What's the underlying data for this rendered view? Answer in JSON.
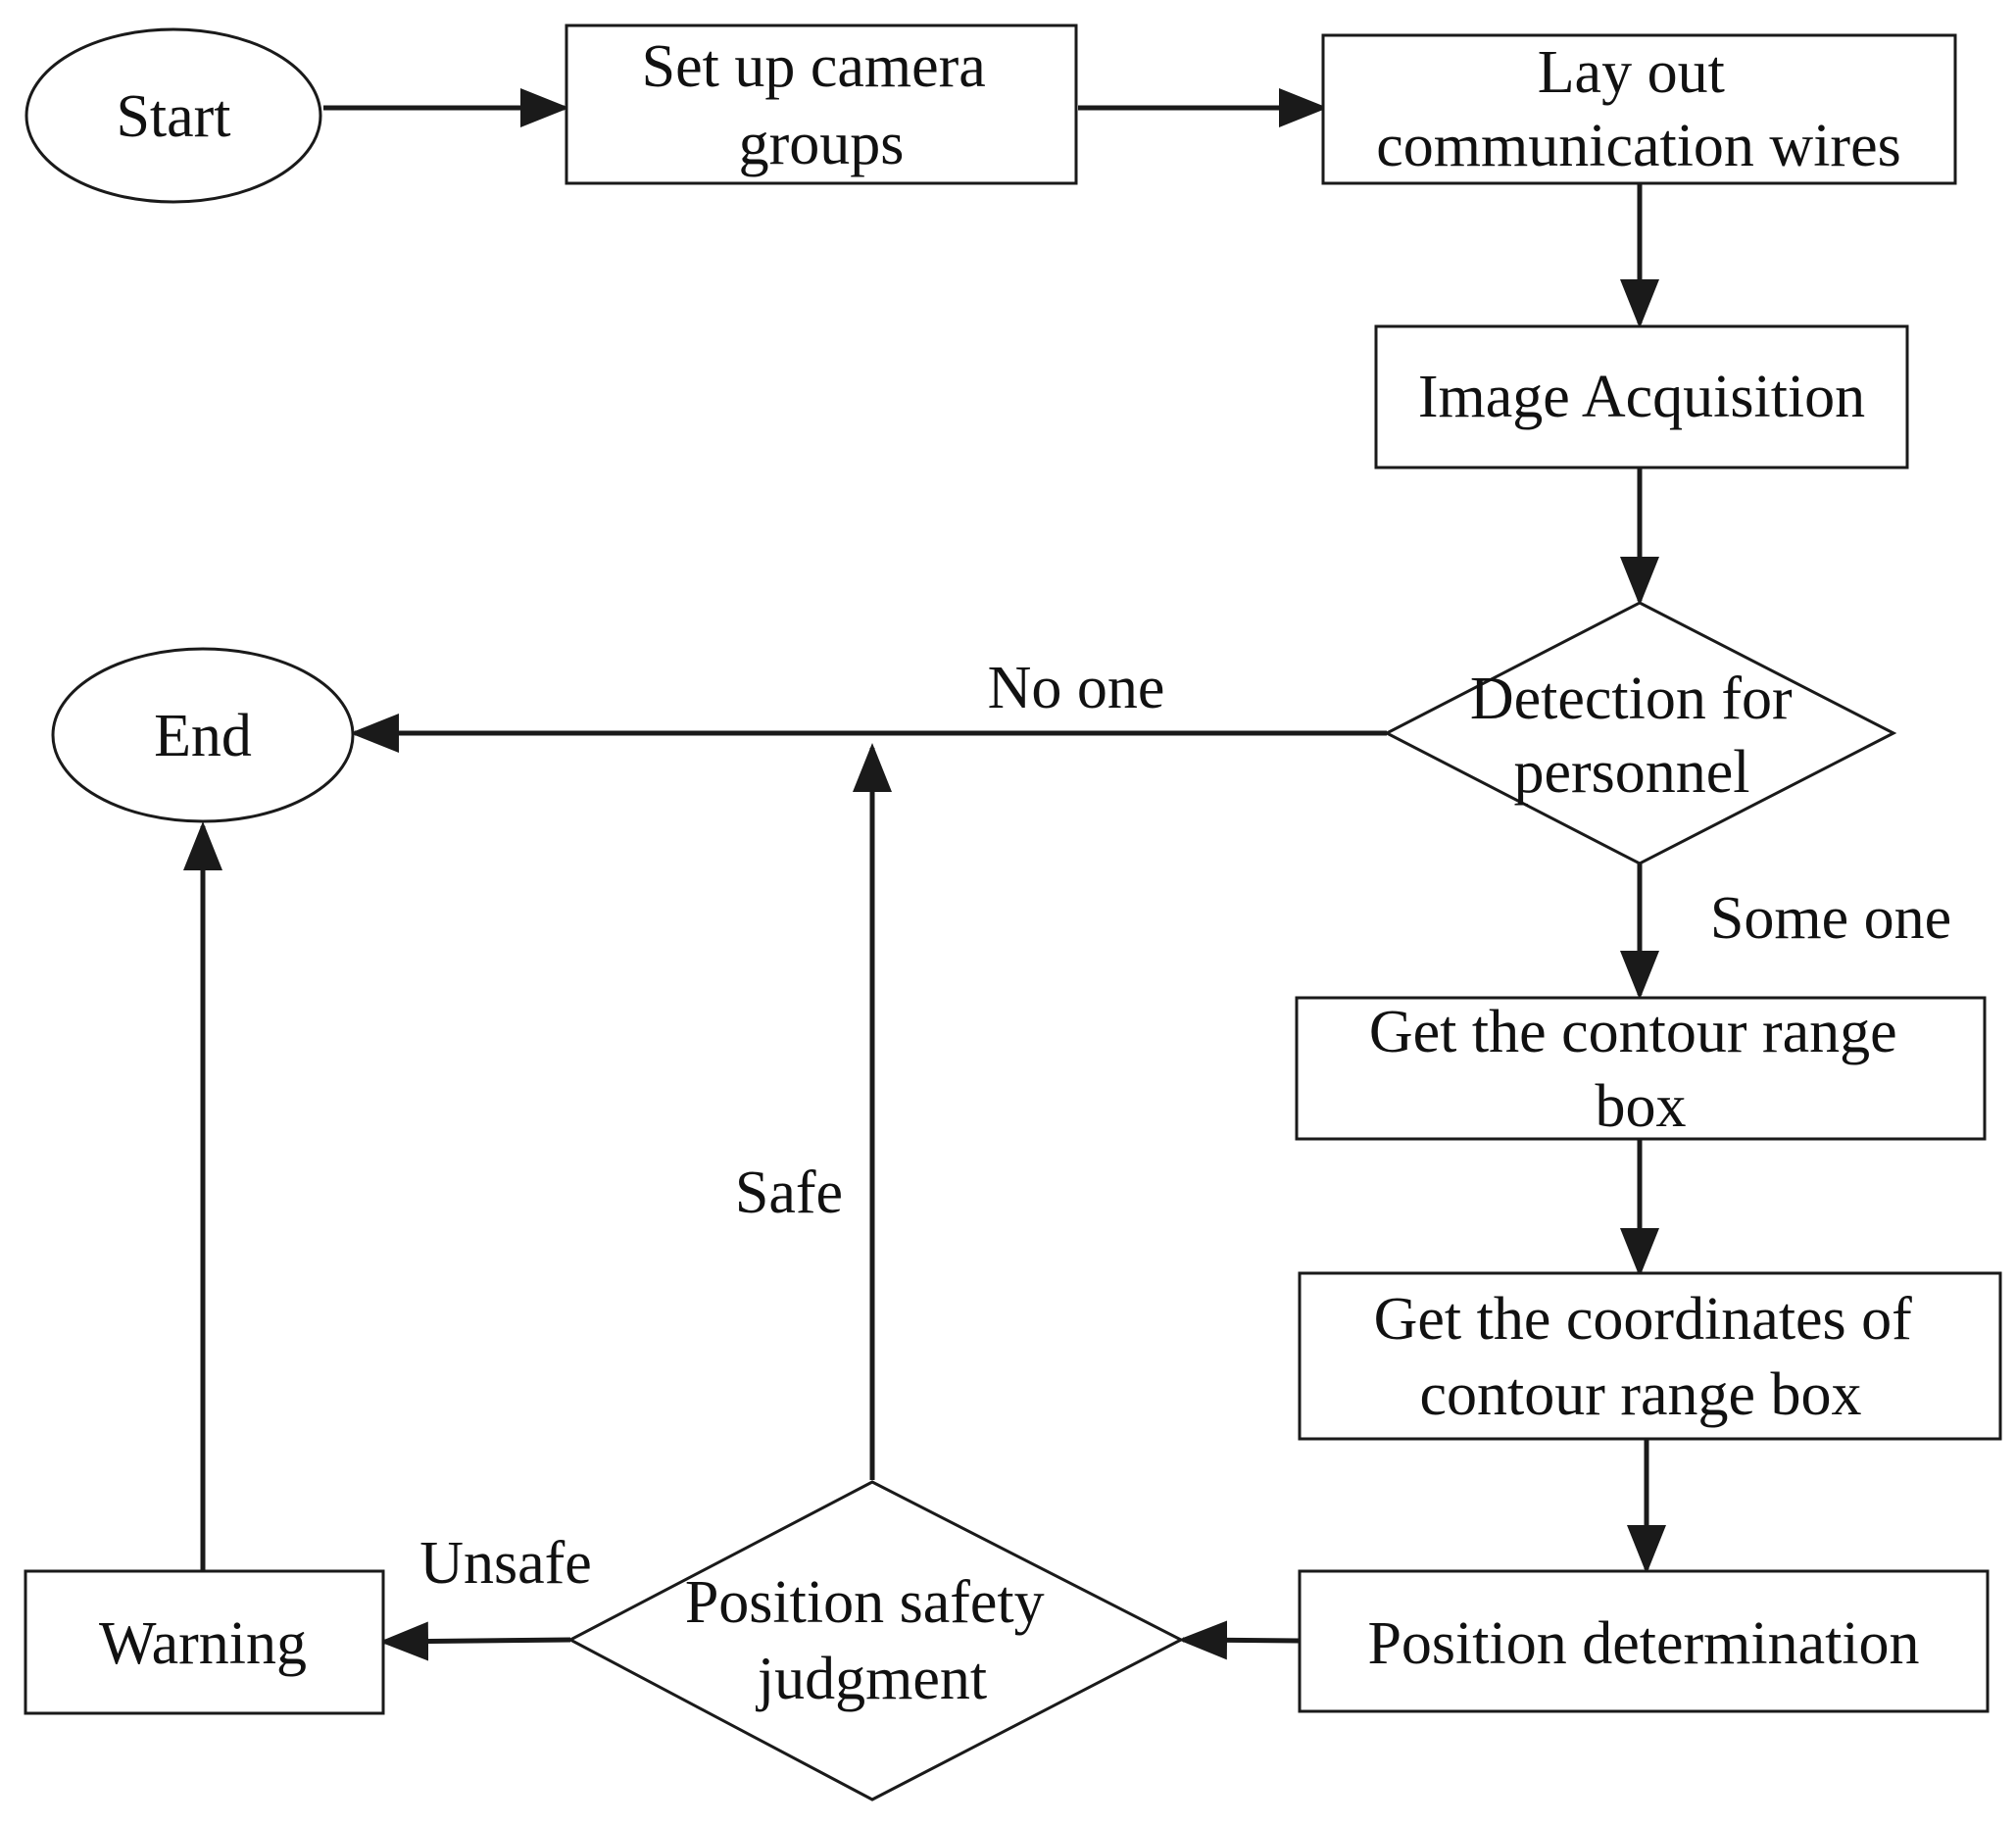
{
  "nodes": {
    "start": "Start",
    "setup": [
      "Set up camera",
      "groups"
    ],
    "wires": [
      "Lay out",
      "communication wires"
    ],
    "acquire": "Image Acquisition",
    "detect": [
      "Detection for",
      "personnel"
    ],
    "contour": [
      "Get the contour range",
      "box"
    ],
    "coords": [
      "Get the coordinates of",
      "contour range box"
    ],
    "position": "Position determination",
    "safety": [
      "Position safety",
      "judgment"
    ],
    "warning": "Warning",
    "end": "End"
  },
  "edges": {
    "no_one": "No one",
    "some_one": "Some one",
    "safe": "Safe",
    "unsafe": "Unsafe"
  }
}
